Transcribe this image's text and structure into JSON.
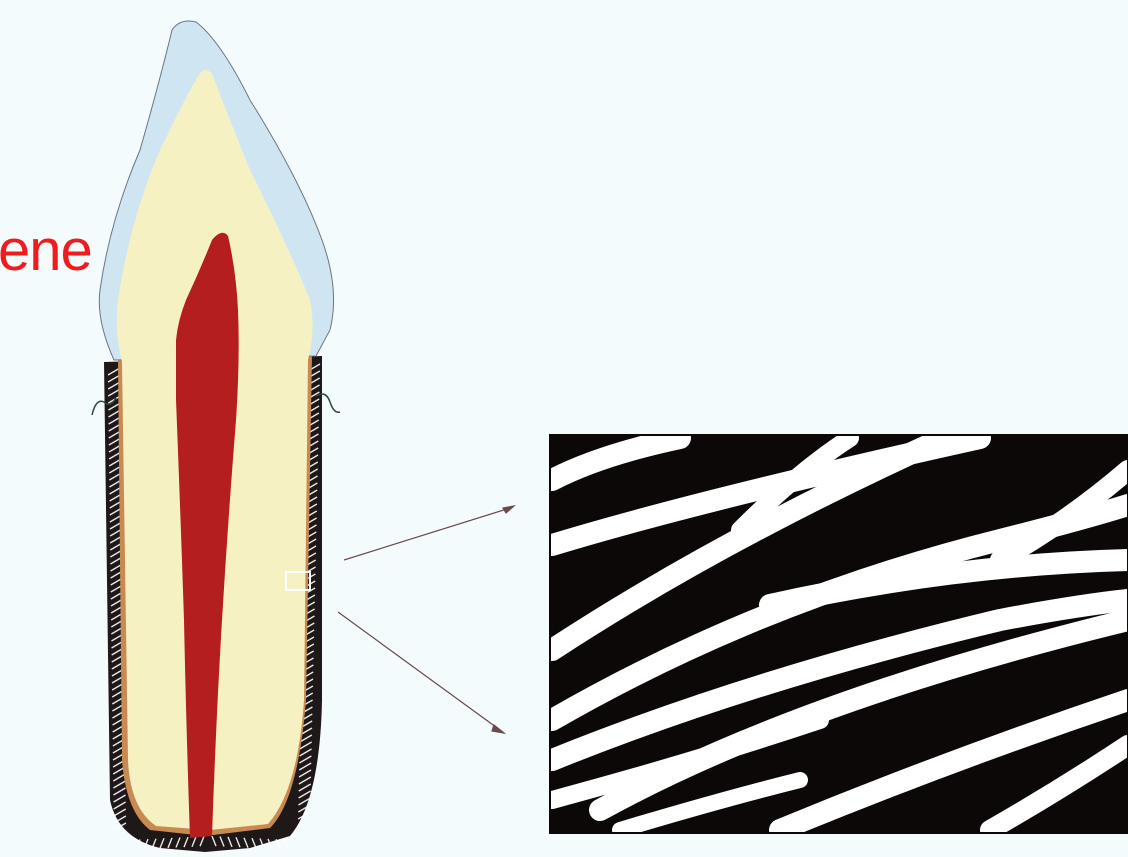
{
  "diagram": {
    "partial_label": "ene",
    "colors": {
      "background": "#f4fbfd",
      "enamel": "#cfe6f2",
      "dentin": "#f6f1c2",
      "pulp": "#b41e1e",
      "cementum": "#c8844a",
      "ligament_dark": "#1a1414",
      "fibers": "#ffffff",
      "label": "#ee1c1c"
    },
    "components": [
      "tooth",
      "periodontal-ligament",
      "magnified-fiber-inset",
      "pointer-arrows"
    ]
  }
}
